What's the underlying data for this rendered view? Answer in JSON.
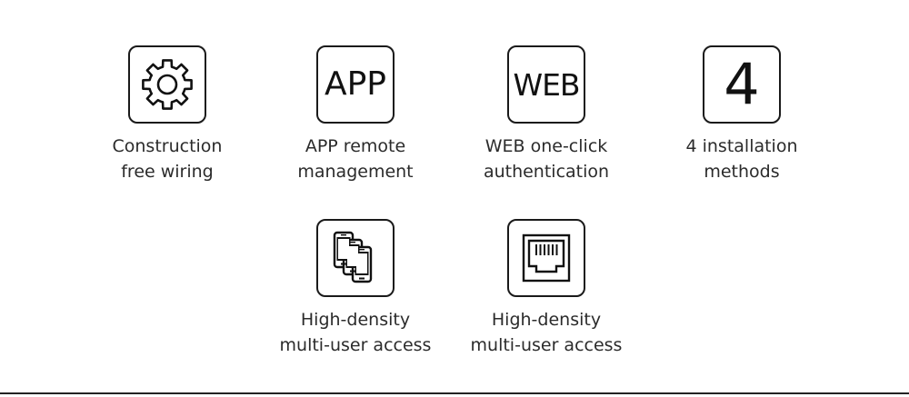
{
  "features": [
    {
      "icon": "gear-icon",
      "caption": [
        "Construction",
        "free wiring"
      ]
    },
    {
      "icon": "app-text-icon",
      "icon_text": "APP",
      "caption": [
        "APP remote",
        "management"
      ]
    },
    {
      "icon": "web-text-icon",
      "icon_text": "WEB",
      "caption": [
        "WEB one-click",
        "authentication"
      ]
    },
    {
      "icon": "number-four-icon",
      "icon_text": "4",
      "caption": [
        "4 installation",
        "methods"
      ]
    },
    {
      "icon": "multiple-phones-icon",
      "caption": [
        "High-density",
        "multi-user access"
      ]
    },
    {
      "icon": "ethernet-port-icon",
      "caption": [
        "High-density",
        "multi-user access"
      ]
    }
  ]
}
